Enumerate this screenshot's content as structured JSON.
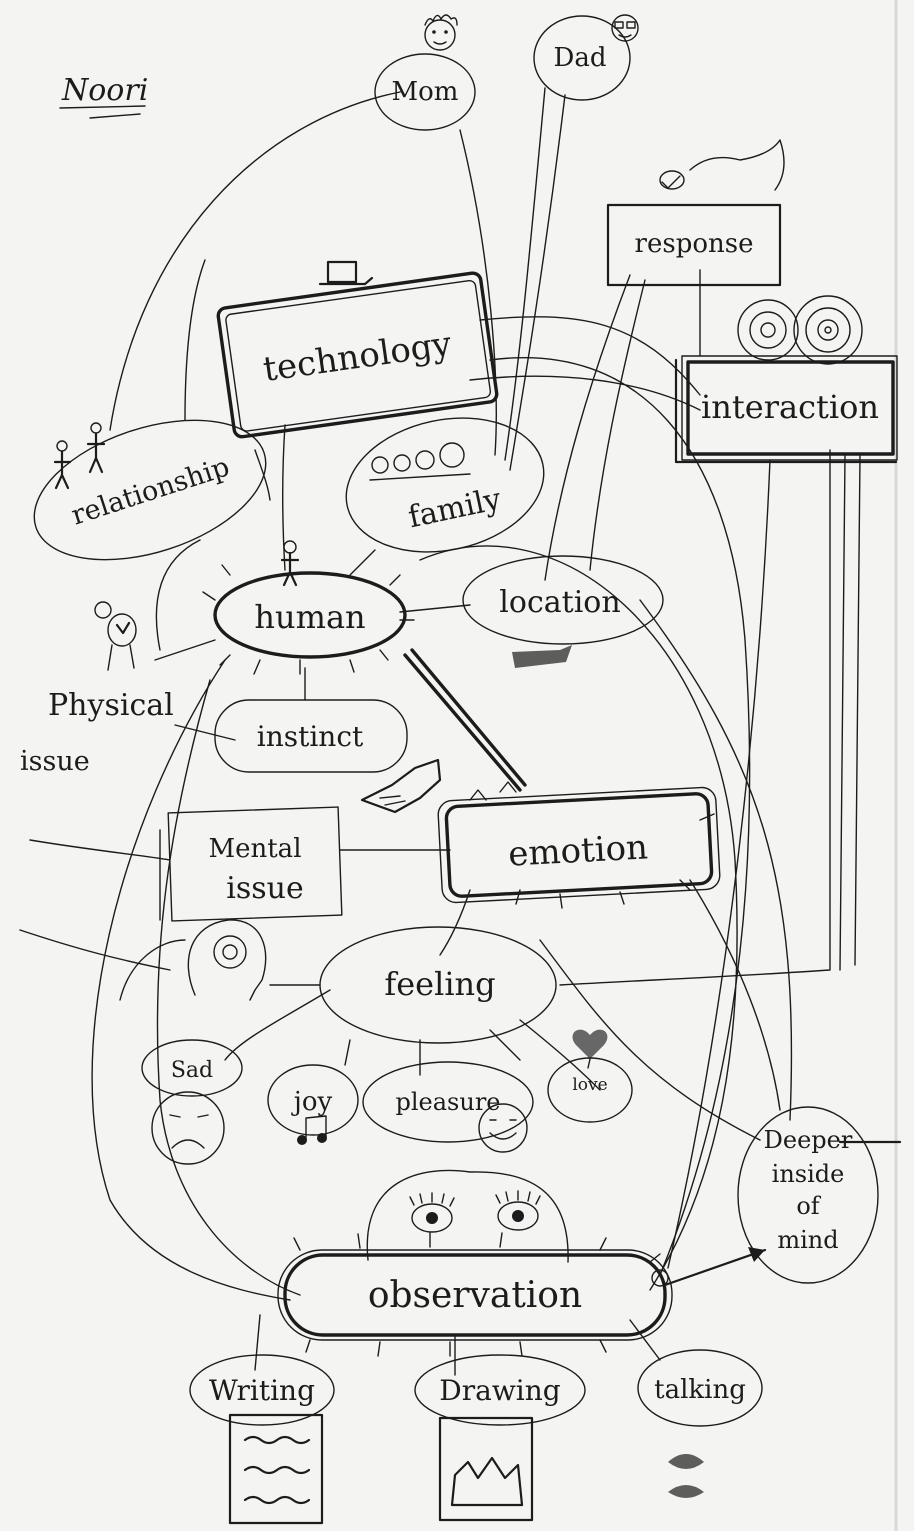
{
  "corner_label": "Noori",
  "nodes": {
    "mom": "Mom",
    "dad": "Dad",
    "response": "response",
    "technology": "technology",
    "interaction": "interaction",
    "relationship": "relationship",
    "family": "family",
    "human": "human",
    "location": "location",
    "physical_issue_line1": "Physical",
    "physical_issue_line2": "issue",
    "instinct": "instinct",
    "mental_issue_line1": "Mental",
    "mental_issue_line2": "issue",
    "emotion": "emotion",
    "feeling": "feeling",
    "sad": "Sad",
    "joy": "joy",
    "pleasure": "pleasure",
    "love": "love",
    "deeper_line1": "Deeper",
    "deeper_line2": "inside",
    "deeper_line3": "of",
    "deeper_line4": "mind",
    "observation": "observation",
    "writing": "Writing",
    "drawing": "Drawing",
    "talking": "talking"
  }
}
